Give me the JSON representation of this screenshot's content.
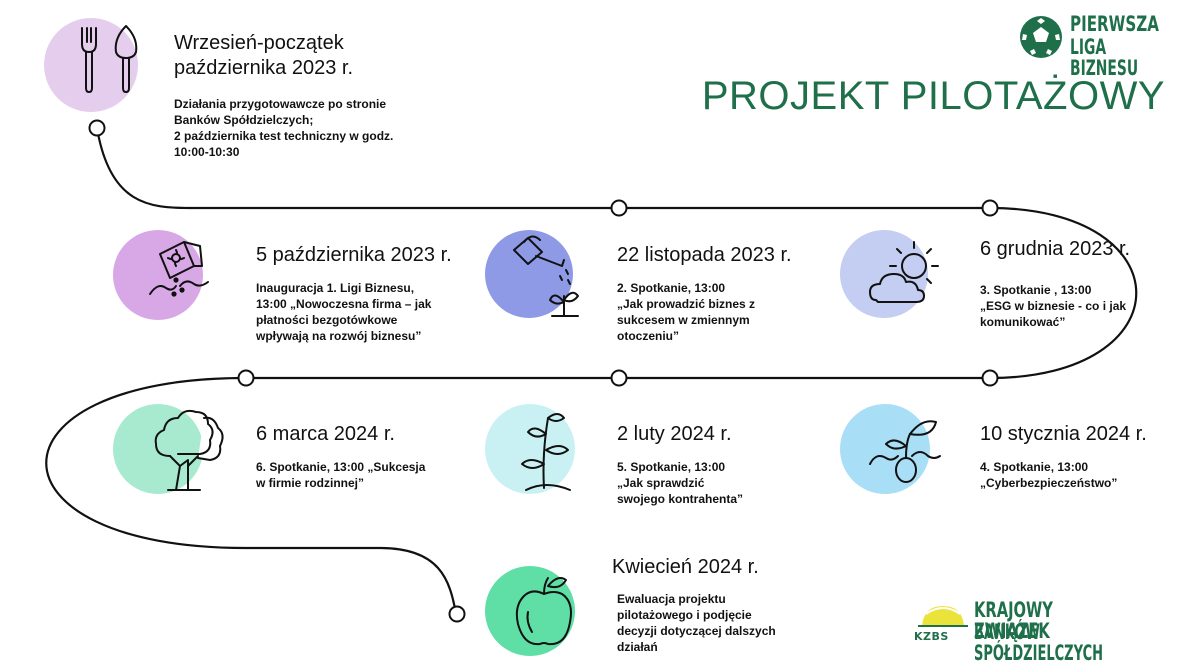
{
  "header": {
    "title": "PROJEKT PILOTAŻOWY",
    "logo_line1": "PIERWSZA",
    "logo_line2": "LIGA BIZNESU"
  },
  "footer_logo": {
    "abbr": "KZBS",
    "line1": "KRAJOWY ZWIĄZEK",
    "line2": "BANKÓW SPÓŁDZIELCZYCH"
  },
  "colors": {
    "accent": "#1f6f4a",
    "path": "#111111",
    "pink": "#e5cdee",
    "violet": "#d8a8e6",
    "blue": "#8e9ae6",
    "periwinkle": "#c4cdf2",
    "mint": "#a7ead0",
    "aqua": "#c9f1f4",
    "sky": "#a8def6",
    "green": "#5fdea6"
  },
  "milestones": [
    {
      "date_line1": "Wrzesień-początek",
      "date_line2": "października 2023 r.",
      "desc": [
        "Działania przygotowawcze po stronie",
        "Banków Spółdzielczych;",
        "2 października test techniczny w godz.",
        "10:00-10:30"
      ],
      "icon": "garden-tools-icon"
    },
    {
      "date_line1": "5 października 2023 r.",
      "desc": [
        "Inauguracja 1. Ligi Biznesu,",
        "13:00 „Nowoczesna firma – jak",
        "płatności bezgotówkowe",
        "wpływają na rozwój biznesu”"
      ],
      "icon": "seed-packet-icon"
    },
    {
      "date_line1": "22 listopada 2023 r.",
      "desc": [
        "2. Spotkanie, 13:00",
        "„Jak prowadzić biznes z",
        "sukcesem w zmiennym",
        "otoczeniu”"
      ],
      "icon": "watering-can-icon"
    },
    {
      "date_line1": "6 grudnia 2023 r.",
      "desc": [
        "3. Spotkanie , 13:00",
        "„ESG w biznesie - co i jak",
        "komunikować”"
      ],
      "icon": "sun-cloud-icon"
    },
    {
      "date_line1": "6 marca 2024 r.",
      "desc": [
        "6. Spotkanie, 13:00 „Sukcesja",
        "w firmie rodzinnej”"
      ],
      "icon": "tree-icon"
    },
    {
      "date_line1": "2 luty 2024 r.",
      "desc": [
        "5. Spotkanie, 13:00",
        "„Jak sprawdzić",
        "swojego  kontrahenta”"
      ],
      "icon": "growing-plant-icon"
    },
    {
      "date_line1": "10 stycznia 2024 r.",
      "desc": [
        "4. Spotkanie, 13:00",
        "„Cyberbezpieczeństwo”"
      ],
      "icon": "sprout-icon"
    },
    {
      "date_line1": "Kwiecień 2024 r.",
      "desc": [
        "Ewaluacja projektu",
        "pilotażowego i podjęcie",
        "decyzji dotyczącej dalszych",
        "działań"
      ],
      "icon": "apple-icon"
    }
  ]
}
